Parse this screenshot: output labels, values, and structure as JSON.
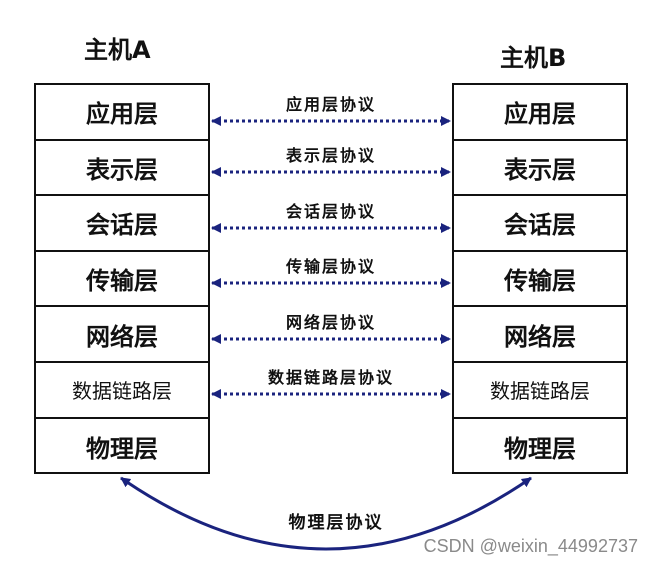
{
  "host_a": {
    "title": "主机A",
    "layers": [
      "应用层",
      "表示层",
      "会话层",
      "传输层",
      "网络层",
      "数据链路层",
      "物理层"
    ]
  },
  "host_b": {
    "title": "主机B",
    "layers": [
      "应用层",
      "表示层",
      "会话层",
      "传输层",
      "网络层",
      "数据链路层",
      "物理层"
    ]
  },
  "protocols": [
    "应用层协议",
    "表示层协议",
    "会话层协议",
    "传输层协议",
    "网络层协议",
    "数据链路层协议"
  ],
  "bottom_protocol": "物理层协议",
  "watermark": "CSDN @weixin_44992737",
  "colors": {
    "arrow": "#1a237e",
    "border": "#111111",
    "watermark": "#8a8a8a"
  }
}
